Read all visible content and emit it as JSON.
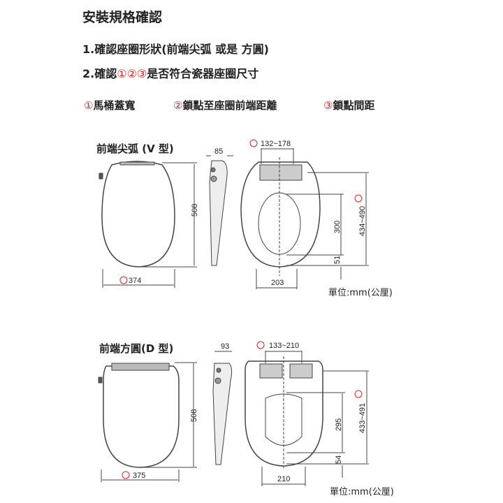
{
  "title": "安裝規格確認",
  "step1": "1.確認座圈形狀(前端尖弧 或是 方圓)",
  "step2_prefix": "2.確認",
  "step2_marks": "①②③",
  "step2_suffix": "是否符合瓷器座圈尺寸",
  "legend": [
    {
      "mark": "①",
      "label": "馬桶蓋寬"
    },
    {
      "mark": "②",
      "label": "鎖點至座圈前端距離"
    },
    {
      "mark": "③",
      "label": "鎖點間距"
    }
  ],
  "colors": {
    "accent": "#e0201b",
    "line": "#444444"
  },
  "v_type": {
    "title": "前端尖弧 (V 型)",
    "width": "374",
    "length": "508",
    "side_depth": "85",
    "lock_spacing": "132~178",
    "lock_to_front": "434~490",
    "inner_length": "300",
    "front_margin": "51",
    "inner_width": "203",
    "unit": "單位:mm(公厘)"
  },
  "d_type": {
    "title": "前端方圓(D 型)",
    "width": "375",
    "length": "508",
    "side_depth": "93",
    "lock_spacing": "133~210",
    "lock_to_front": "433~491",
    "inner_length": "295",
    "front_margin": "54",
    "inner_width": "210",
    "unit": "單位:mm(公厘)"
  }
}
